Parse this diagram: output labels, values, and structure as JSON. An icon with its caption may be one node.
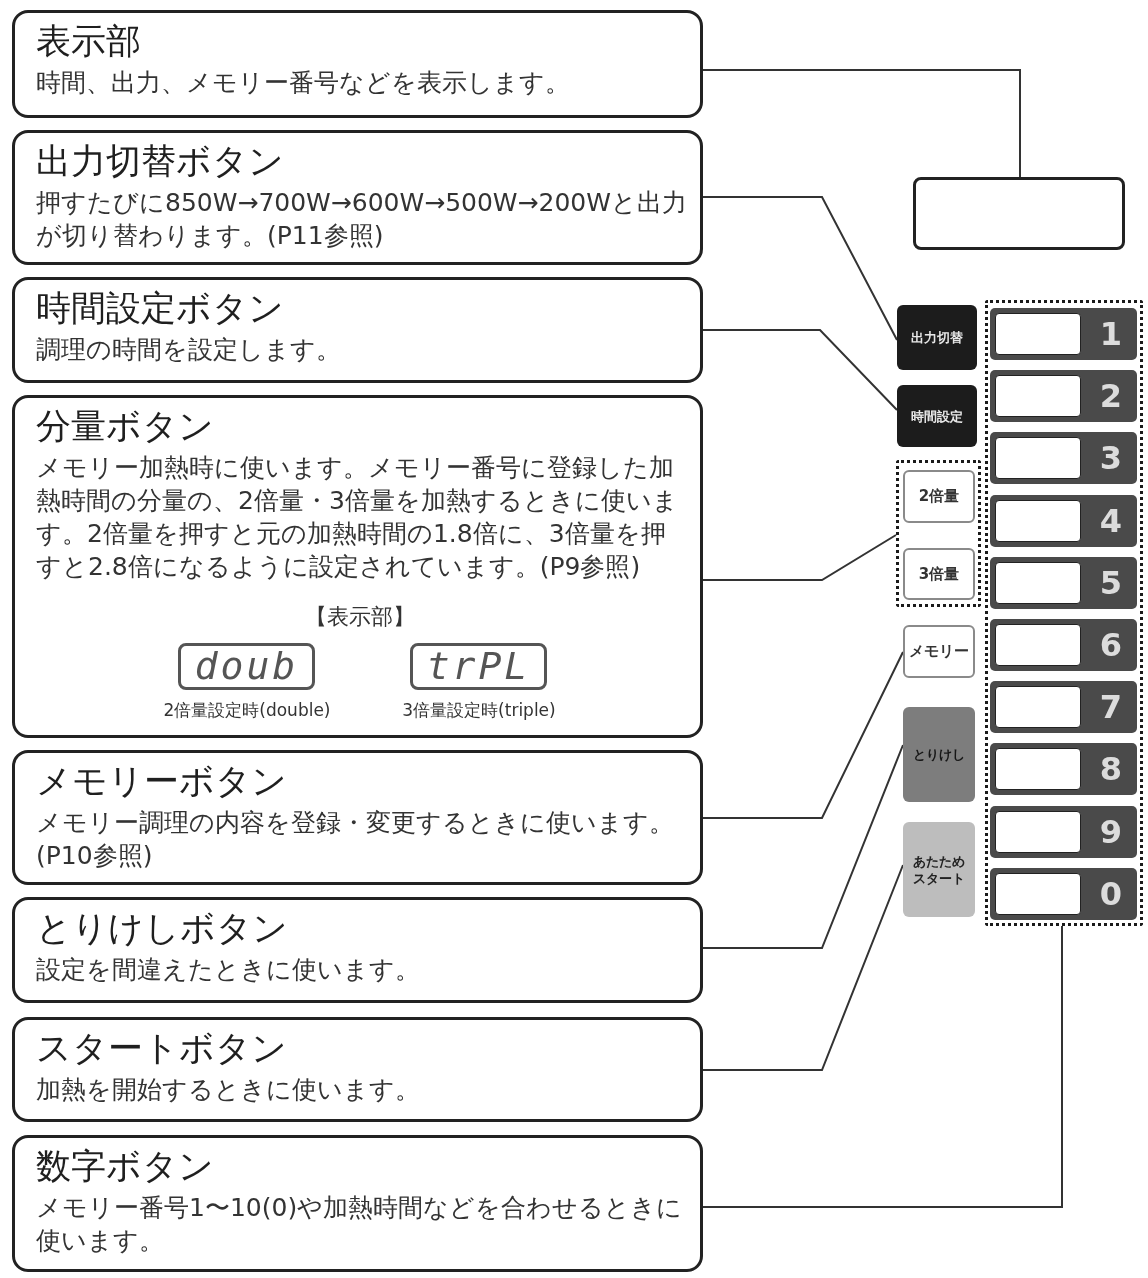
{
  "diagram": {
    "nodes": [
      {
        "text": [
          "表示部",
          "時間、出力、メモリー番号などを表示します。"
        ]
      },
      {
        "text": [
          "出力切替ボタン",
          "押すたびに850W→700W→600W→500W→200Wと出力が切り替わります。(P11参照)"
        ]
      },
      {
        "text": [
          "時間設定ボタン",
          "調理の時間を設定します。"
        ]
      },
      {
        "text": [
          "分量ボタン",
          "メモリー加熱時に使います。メモリー番号に登録した加熱時間の分量の、2倍量・3倍量を加熱するときに使います。2倍量を押すと元の加熱時間の1.8倍に、3倍量を押すと2.8倍になるように設定されています。(P9参照)",
          "【表示部】"
        ]
      },
      {
        "text": [
          "doub"
        ],
        "in": 3,
        "beside": [
          "2倍量設定時(double)"
        ]
      },
      {
        "text": [
          "trPL"
        ],
        "in": 3,
        "beside": [
          "3倍量設定時(triple)"
        ]
      },
      {
        "text": [
          "メモリーボタン",
          "メモリー調理の内容を登録・変更するときに使います。(P10参照)"
        ]
      },
      {
        "text": [
          "とりけしボタン",
          "設定を間違えたときに使います。"
        ]
      },
      {
        "text": [
          "スタートボタン",
          "加熱を開始するときに使います。"
        ]
      },
      {
        "text": [
          "数字ボタン",
          "メモリー番号1〜10(0)や加熱時間などを合わせるときに使います。"
        ]
      },
      {
        "text": [],
        "shape": "box"
      },
      {
        "text": [
          "出力切替"
        ]
      },
      {
        "text": [
          "時間設定"
        ]
      },
      {
        "text": [],
        "shape": "box"
      },
      {
        "text": [
          "2倍量"
        ],
        "in": 13
      },
      {
        "text": [
          "3倍量"
        ],
        "in": 13
      },
      {
        "text": [
          "メモリー"
        ]
      },
      {
        "text": [
          "とりけし"
        ]
      },
      {
        "text": [
          "あたためスタート"
        ]
      },
      {
        "text": [],
        "shape": "box"
      },
      {
        "text": [
          "1"
        ],
        "in": 19
      },
      {
        "text": [
          "2"
        ],
        "in": 19
      },
      {
        "text": [
          "3"
        ],
        "in": 19
      },
      {
        "text": [
          "4"
        ],
        "in": 19
      },
      {
        "text": [
          "5"
        ],
        "in": 19
      },
      {
        "text": [
          "6"
        ],
        "in": 19
      },
      {
        "text": [
          "7"
        ],
        "in": 19
      },
      {
        "text": [
          "8"
        ],
        "in": 19
      },
      {
        "text": [
          "9"
        ],
        "in": 19
      },
      {
        "text": [
          "0"
        ],
        "in": 19
      }
    ],
    "edges": [
      {
        "from": 0,
        "to": 10,
        "arrow": "none"
      },
      {
        "from": 1,
        "to": 11,
        "arrow": "none"
      },
      {
        "from": 2,
        "to": 12,
        "arrow": "none"
      },
      {
        "from": 3,
        "to": 13,
        "arrow": "none"
      },
      {
        "from": 6,
        "to": 16,
        "arrow": "none"
      },
      {
        "from": 7,
        "to": 17,
        "arrow": "none"
      },
      {
        "from": 8,
        "to": 18,
        "arrow": "none"
      },
      {
        "from": 9,
        "to": 19,
        "arrow": "none"
      }
    ]
  }
}
